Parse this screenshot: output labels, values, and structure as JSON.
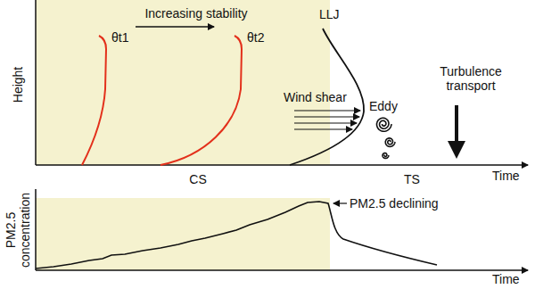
{
  "diagram": {
    "labels": [
      "Height",
      "Increasing stability",
      "θt1",
      "θt2",
      "LLJ",
      "Wind shear",
      "Eddy",
      "Turbulence transport",
      "CS",
      "TS",
      "Time",
      "PM2.5 concentration",
      "PM2.5 declining",
      "Time"
    ]
  }
}
